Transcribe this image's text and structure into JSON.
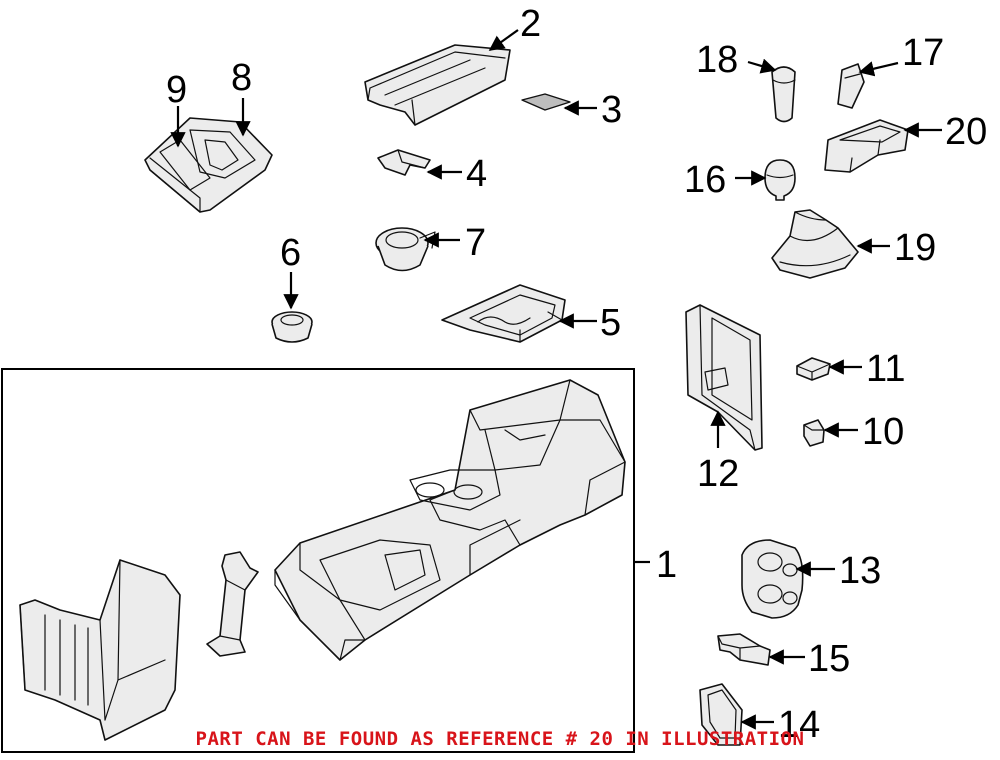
{
  "callouts": {
    "c1": "1",
    "c2": "2",
    "c3": "3",
    "c4": "4",
    "c5": "5",
    "c6": "6",
    "c7": "7",
    "c8": "8",
    "c9": "9",
    "c10": "10",
    "c11": "11",
    "c12": "12",
    "c13": "13",
    "c14": "14",
    "c15": "15",
    "c16": "16",
    "c17": "17",
    "c18": "18",
    "c19": "19",
    "c20": "20"
  },
  "footnote": "PART CAN BE FOUND AS REFERENCE # 20 IN ILLUSTRATION",
  "colors": {
    "line": "#111111",
    "footnote": "#d8141a",
    "background": "#ffffff"
  }
}
